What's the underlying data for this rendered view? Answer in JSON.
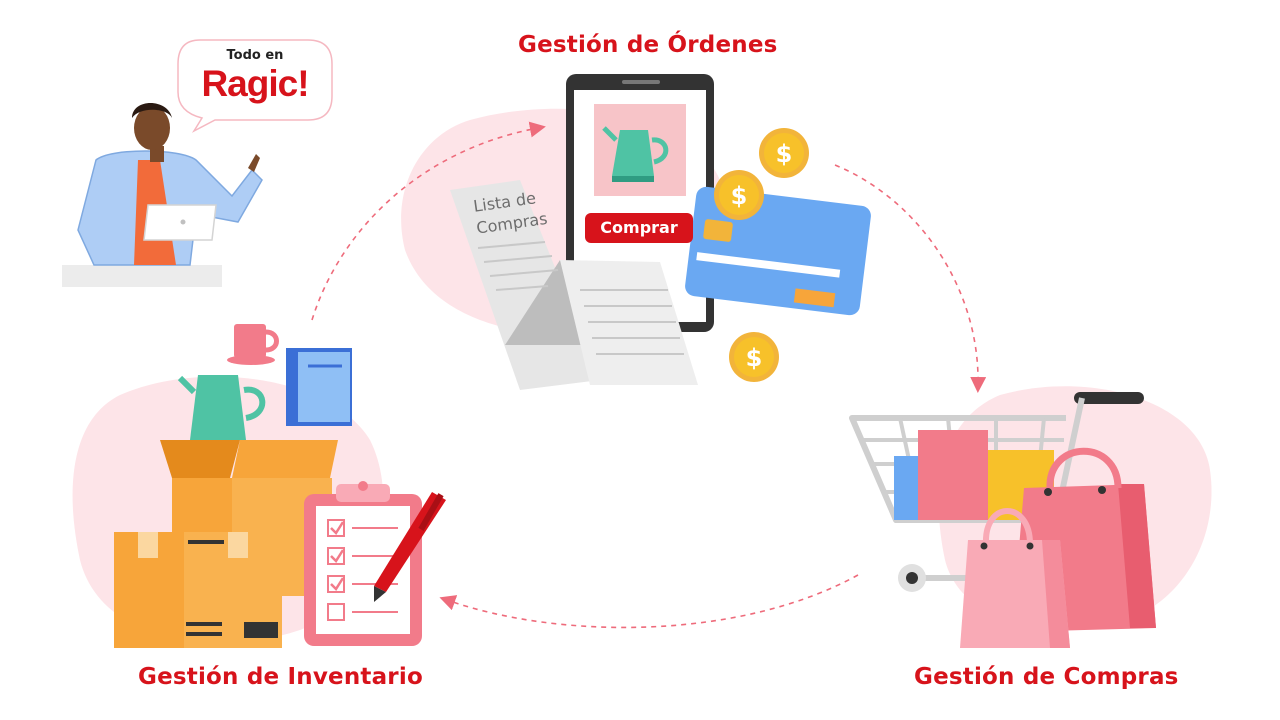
{
  "diagram": {
    "nodes": {
      "orders": {
        "label": "Gestión de Órdenes"
      },
      "purchases": {
        "label": "Gestión de Compras"
      },
      "inventory": {
        "label": "Gestión de Inventario"
      }
    },
    "speech_bubble": {
      "small_text": "Todo en",
      "brand_text": "Ragic!"
    },
    "order_screen": {
      "button_label": "Comprar"
    },
    "shopping_list": {
      "line1": "Lista de",
      "line2": "Compras"
    },
    "coin_symbol": "$",
    "colors": {
      "label_red": "#d7131b",
      "blush_pink": "#fde4e8",
      "arrow_pink": "#ee6b7b",
      "box_orange": "#f7a53a",
      "teal": "#4fc3a4",
      "card_blue": "#6aa8f2",
      "coin_gold": "#f7c12a",
      "bag_pink": "#f27b8a",
      "bag_light_pink": "#f9aab6"
    }
  }
}
